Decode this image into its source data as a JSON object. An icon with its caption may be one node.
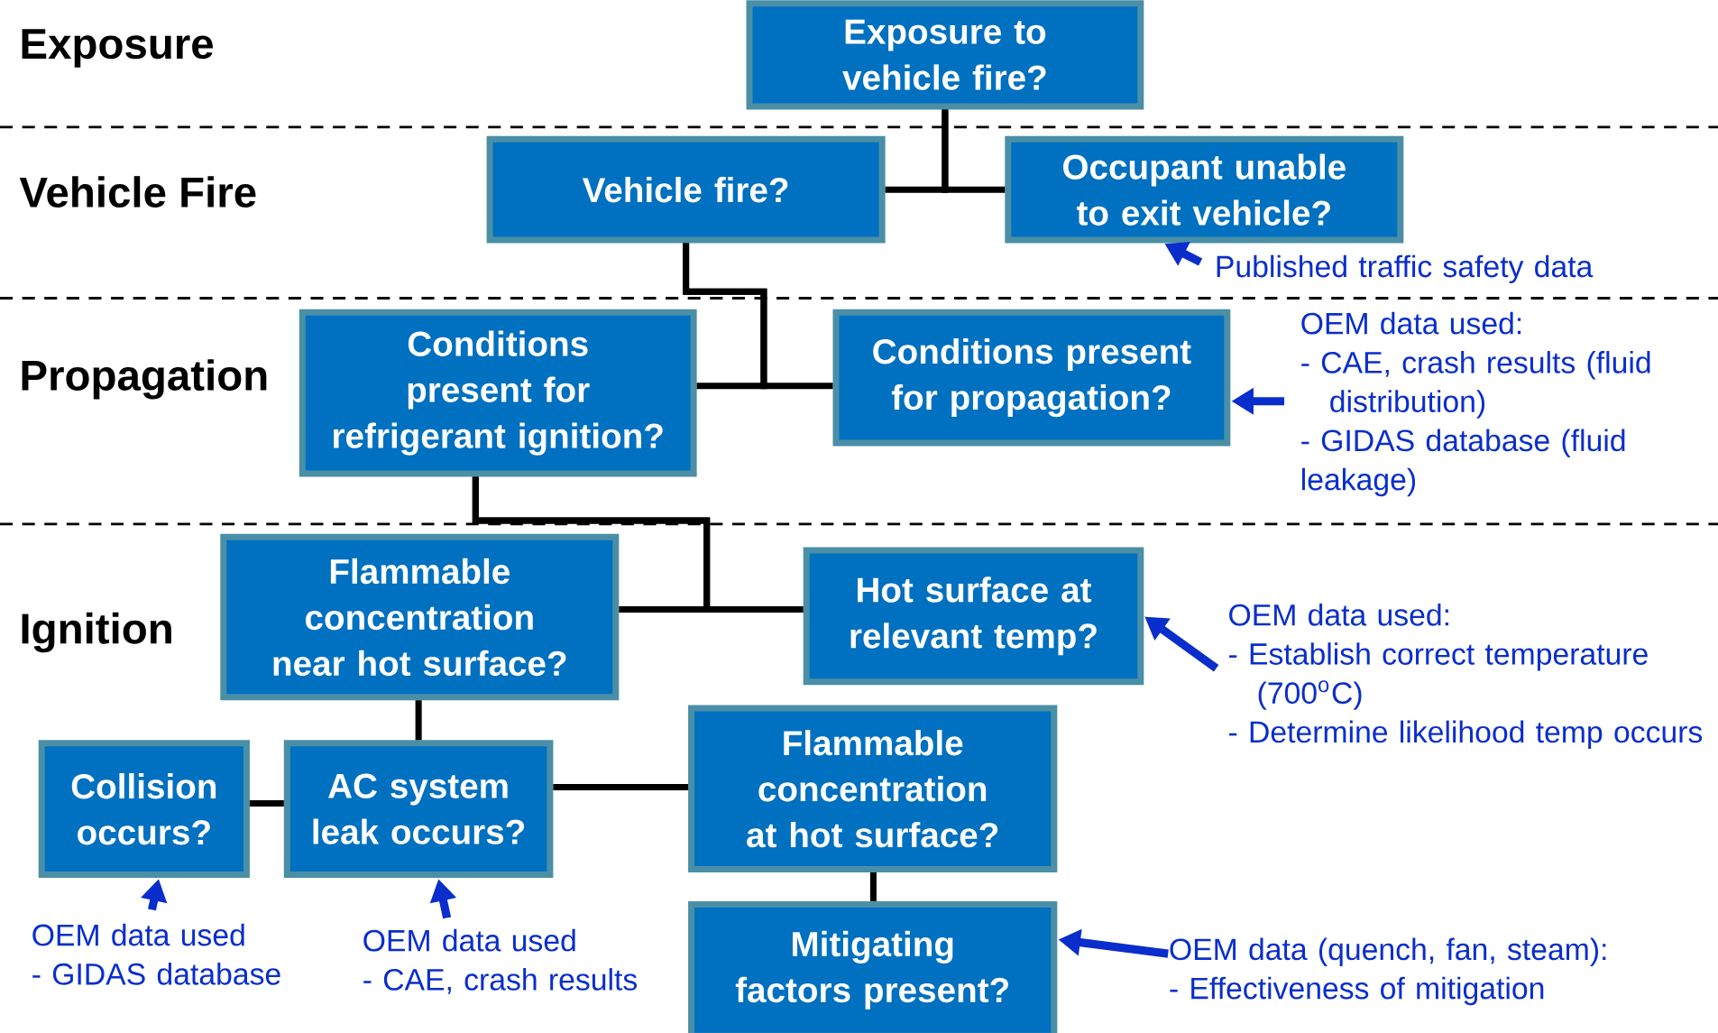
{
  "diagram": {
    "nodes": [
      {
        "text": [
          "Exposure to vehicle fire?"
        ]
      },
      {
        "text": [
          "Vehicle fire?"
        ]
      },
      {
        "text": [
          "Occupant unable to exit vehicle?"
        ]
      },
      {
        "text": [
          "Conditions present for refrigerant ignition?"
        ]
      },
      {
        "text": [
          "Conditions present for propagation?"
        ]
      },
      {
        "text": [
          "Flammable concentration near hot surface?"
        ]
      },
      {
        "text": [
          "Hot surface at relevant temp?"
        ]
      },
      {
        "text": [
          "Collision occurs?"
        ]
      },
      {
        "text": [
          "AC system leak occurs?"
        ]
      },
      {
        "text": [
          "Flammable concentration at hot surface?"
        ]
      },
      {
        "text": [
          "Mitigating factors present?"
        ]
      },
      {
        "text": [
          "Published traffic safety data"
        ]
      },
      {
        "text": [
          "OEM data used:",
          "- CAE, crash results (fluid distribution)",
          "- GIDAS database (fluid leakage)"
        ]
      },
      {
        "text": [
          "OEM data used:",
          "- Establish correct temperature (700$^{o}$C)",
          "- Determine likelihood temp occurs"
        ]
      },
      {
        "text": [
          "OEM data used",
          "- GIDAS database"
        ]
      },
      {
        "text": [
          "OEM data used",
          "- CAE, crash results"
        ]
      },
      {
        "text": [
          "OEM data (quench, fan, steam):",
          "- Effectiveness of mitigation"
        ]
      }
    ],
    "edges": [
      {
        "from": 0,
        "to": 1,
        "arrow": "none"
      },
      {
        "from": 0,
        "to": 2,
        "arrow": "none"
      },
      {
        "from": 1,
        "to": 3,
        "arrow": "none"
      },
      {
        "from": 1,
        "to": 4,
        "arrow": "none"
      },
      {
        "from": 3,
        "to": 5,
        "arrow": "none"
      },
      {
        "from": 3,
        "to": 6,
        "arrow": "none"
      },
      {
        "from": 5,
        "to": 8,
        "arrow": "none"
      },
      {
        "from": 8,
        "to": 7,
        "arrow": "none"
      },
      {
        "from": 8,
        "to": 9,
        "arrow": "none"
      },
      {
        "from": 9,
        "to": 10,
        "arrow": "none"
      },
      {
        "from": 11,
        "to": 2,
        "arrow": "to",
        "color": "#0a2ecc"
      },
      {
        "from": 12,
        "to": 4,
        "arrow": "to",
        "color": "#0a2ecc"
      },
      {
        "from": 13,
        "to": 6,
        "arrow": "to",
        "color": "#0a2ecc"
      },
      {
        "from": 14,
        "to": 7,
        "arrow": "to",
        "color": "#0a2ecc"
      },
      {
        "from": 15,
        "to": 8,
        "arrow": "to",
        "color": "#0a2ecc"
      },
      {
        "from": 16,
        "to": 10,
        "arrow": "to",
        "color": "#0a2ecc"
      }
    ],
    "labels": [
      "Exposure",
      "Vehicle Fire",
      "Propagation",
      "Ignition"
    ]
  }
}
